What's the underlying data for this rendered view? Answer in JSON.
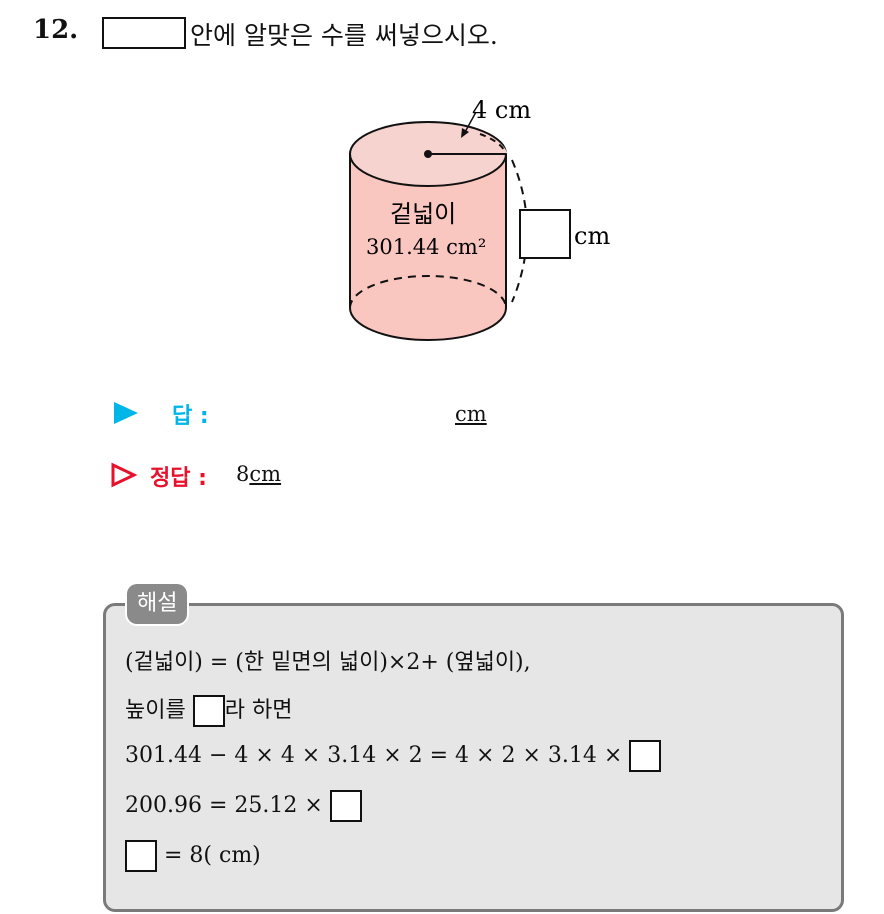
{
  "question": {
    "number": "12.",
    "text": "안에 알맞은 수를 써넣으시오."
  },
  "figure": {
    "radius_label": "4 cm",
    "area_title": "겉넓이",
    "area_value": "301.44 cm²",
    "height_unit": "cm",
    "body_color": "#f9c6c0",
    "top_color": "#f7d3cf"
  },
  "answer": {
    "label": "답 :",
    "unit": "cm",
    "label_color": "#00b5e8"
  },
  "correct": {
    "label": "정답 :",
    "value": "8",
    "unit": "cm",
    "label_color": "#e8102a"
  },
  "explanation": {
    "tag": "해설",
    "line1": "(겉넓이) = (한 밑면의 넓이)×2+ (옆넓이),",
    "line2_before": "높이를",
    "line2_after": "라 하면",
    "line3": "301.44 − 4 × 4 × 3.14 × 2 = 4 × 2 × 3.14 ×",
    "line4": "200.96 = 25.12 ×",
    "line5": "= 8( cm)"
  }
}
